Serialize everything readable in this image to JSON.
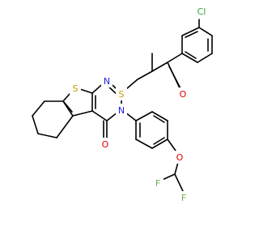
{
  "molecule": {
    "atoms": {
      "cl": {
        "symbol": "Cl",
        "color": "#32a532"
      },
      "o_ketone": {
        "symbol": "O",
        "color": "#e00000"
      },
      "s_thioether": {
        "symbol": "S",
        "color": "#c8a000"
      },
      "s_thiophene": {
        "symbol": "S",
        "color": "#c8a000"
      },
      "n_ring": {
        "symbol": "N",
        "color": "#2020e0"
      },
      "n_amide": {
        "symbol": "N",
        "color": "#2020e0"
      },
      "o_amide": {
        "symbol": "O",
        "color": "#e00000"
      },
      "o_ether": {
        "symbol": "O",
        "color": "#e00000"
      },
      "f_1": {
        "symbol": "F",
        "color": "#66b24f"
      },
      "f_2": {
        "symbol": "F",
        "color": "#66b24f"
      }
    },
    "bond_color": "#000000"
  }
}
